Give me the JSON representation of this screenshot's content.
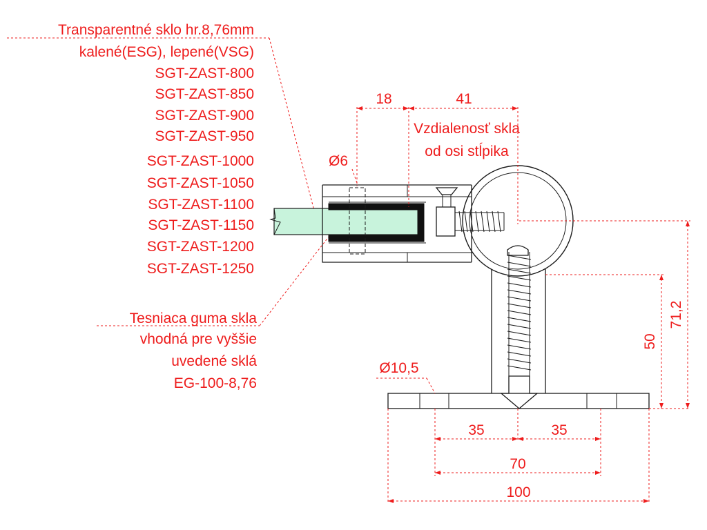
{
  "colors": {
    "annotation": "#ee1c1c",
    "part_outline": "#1a1a1a",
    "glass_fill": "#c8f3dc",
    "rubber_fill": "#111111",
    "background": "#ffffff"
  },
  "glass_note": {
    "lines": [
      "Transparentné sklo hr.8,76mm",
      "kalené(ESG), lepené(VSG)",
      "SGT-ZAST-800",
      "SGT-ZAST-850",
      "SGT-ZAST-900",
      "SGT-ZAST-950",
      "SGT-ZAST-1000",
      "SGT-ZAST-1050",
      "SGT-ZAST-1100",
      "SGT-ZAST-1150",
      "SGT-ZAST-1200",
      "SGT-ZAST-1250"
    ]
  },
  "rubber_note": {
    "lines": [
      "Tesniaca guma skla",
      "vhodná pre vyššie",
      "uvedené sklá",
      "EG-100-8,76"
    ]
  },
  "distance_note": {
    "lines": [
      "Vzdialenosť skla",
      "od osi stĺpika"
    ]
  },
  "dimensions": {
    "clamp_depth": "18",
    "glass_to_axis": "41",
    "pin_diameter": "Ø6",
    "hole_diameter": "Ø10,5",
    "post_height": "50",
    "total_height": "71,2",
    "hole_offset_left": "35",
    "hole_offset_right": "35",
    "hole_spacing": "70",
    "plate_width": "100"
  }
}
